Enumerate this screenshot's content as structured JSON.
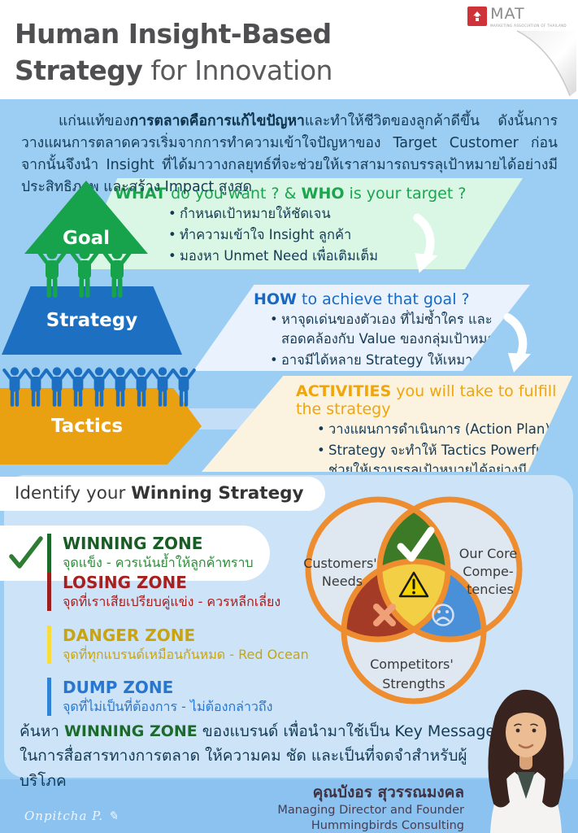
{
  "header": {
    "title_line1": "Human Insight-Based",
    "title_line2_bold": "Strategy",
    "title_line2_light": " for Innovation",
    "logo": {
      "text": "MAT",
      "tagline": "MARKETING ASSOCIATION OF THAILAND"
    }
  },
  "intro": {
    "pre": "แก่นแท้ของ",
    "bold": "การตลาดคือการแก้ไขปัญหา",
    "rest": "และทำให้ชีวิตของลูกค้าดีขึ้น ดังนั้นการวางแผนการตลาดควรเริ่มจากการทำความเข้าใจปัญหาของ Target Customer ก่อน จากนั้นจึงนำ Insight ที่ได้มาวางกลยุทธ์ที่จะช่วยให้เราสามารถบรรลุเป้าหมายได้อย่างมีประสิทธิภาพ และสร้าง Impact สูงสุด"
  },
  "pyramid": {
    "goal": {
      "label": "Goal",
      "q_bold1": "WHAT",
      "q_mid": " do you want ? & ",
      "q_bold2": "WHO",
      "q_end": " is your target ?",
      "bullets": [
        "กำหนดเป้าหมายให้ชัดเจน",
        "ทำความเข้าใจ Insight ลูกค้า",
        "มองหา Unmet Need เพื่อเติมเต็ม"
      ]
    },
    "strategy": {
      "label": "Strategy",
      "q_bold": "HOW",
      "q_end": " to achieve that goal ?",
      "bullets": [
        "หาจุดเด่นของตัวเอง ที่ไม่ซ้ำใคร และ\nสอดคล้องกับ Value ของกลุ่มเป้าหมาย",
        "อาจมีได้หลาย Strategy ให้เหมาะกับ Target"
      ]
    },
    "tactics": {
      "label": "Tactics",
      "q_bold": "ACTIVITIES",
      "q_end": " you will take to fulfill the strategy",
      "bullets": [
        "วางแผนการดำเนินการ (Action Plan)",
        "Strategy จะทำให้ Tactics Powerful ขึ้น\nช่วยให้เราบรรลุเป้าหมายได้อย่างมีประสิทธิภาพ"
      ]
    }
  },
  "winning": {
    "heading_pre": "Identify your ",
    "heading_bold": "Winning Strategy",
    "zones": [
      {
        "name": "WINNING ZONE",
        "desc": "จุดแข็ง - ควรเน้นย้ำให้ลูกค้าทราบ",
        "color": "#1c6b2d"
      },
      {
        "name": "LOSING ZONE",
        "desc": "จุดที่เราเสียเปรียบคู่แข่ง - ควรหลีกเลี่ยง",
        "color": "#a62020"
      },
      {
        "name": "DANGER ZONE",
        "desc": "จุดที่ทุกแบรนด์เหมือนกันหมด - Red Ocean",
        "color": "#d1ac1d"
      },
      {
        "name": "DUMP ZONE",
        "desc": "จุดที่ไม่เป็นที่ต้องการ - ไม่ต้องกล่าวถึง",
        "color": "#2776cf"
      }
    ],
    "venn_labels": [
      [
        "Customers'",
        "Needs"
      ],
      [
        "Our Core",
        "Compe-",
        "tencies"
      ],
      [
        "Competitors'",
        "Strengths"
      ]
    ]
  },
  "conclusion": {
    "pre": "ค้นหา ",
    "bold": "WINNING ZONE",
    "post": " ของแบรนด์ เพื่อนำมาใช้เป็น Key Message ในการสื่อสารทางการตลาด ให้ความคม ชัด และเป็นที่จดจำสำหรับผู้บริโภค"
  },
  "footer": {
    "signature": "Onpitcha P. ✎",
    "name": "คุณบังอร สุวรรณมงคล",
    "role": "Managing Director and Founder",
    "company": "Hummingbirds Consulting"
  },
  "colors": {
    "background": "#9ccdf3",
    "panel_light_blue": "#cde4f8",
    "goal_green": "#17a34b",
    "goal_panel": "#d9f7e4",
    "strategy_blue": "#1d6fc2",
    "strategy_panel": "#eaf3fd",
    "tactics_orange": "#e9a112",
    "tactics_panel": "#fbf3e0",
    "venn_stroke": "#ee8d30",
    "venn_green": "#3c7a28",
    "venn_red": "#a43b27",
    "venn_blue": "#4a90d8",
    "venn_yellow": "#f2cf45",
    "footer_blue": "#8cc2ef"
  }
}
